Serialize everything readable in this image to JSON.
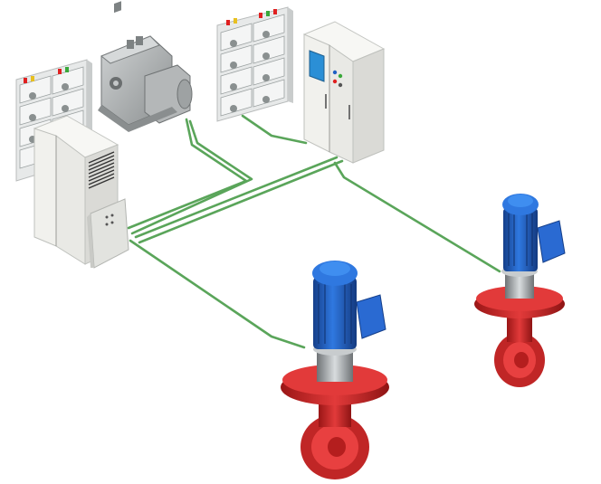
{
  "colors": {
    "background": "#ffffff",
    "cable": "#5aa55a",
    "cabinet_front": "#eeeeea",
    "cabinet_side": "#cfd0cc",
    "cabinet_top": "#f7f7f4",
    "panel_face": "#e6e8e8",
    "screen": "#2b8fd6",
    "generator": "#b9bcbd",
    "generator_dark": "#7d8283",
    "motor_blue": "#1f5fc4",
    "motor_blue_dark": "#153f8a",
    "thruster_red": "#d42a2a",
    "thruster_red_dark": "#8e1414",
    "shaft_grey": "#9ea3a6",
    "indicator_red": "#e02020",
    "indicator_green": "#3aa83a",
    "indicator_yellow": "#e8c020"
  },
  "components": {
    "breaker_panel_left": "breaker-panel",
    "breaker_panel_center": "breaker-panel",
    "diesel_generator": "diesel-generator",
    "switchboard_left": "switchboard-cabinet",
    "junction_box": "junction-box",
    "control_cabinet_right": "drive-control-cabinet",
    "thruster_front": "tunnel-thruster",
    "thruster_rear": "tunnel-thruster"
  }
}
